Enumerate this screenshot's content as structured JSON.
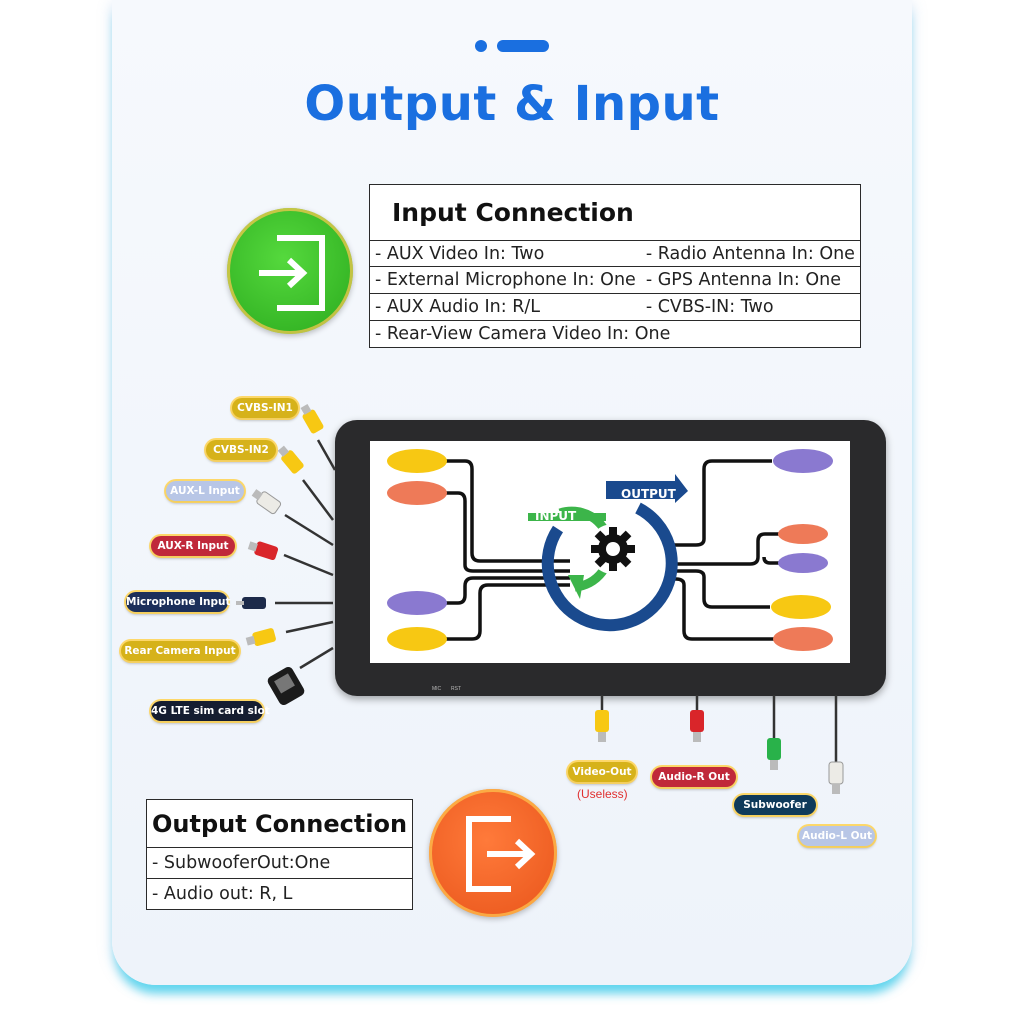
{
  "title": "Output & Input",
  "input_section": {
    "heading": "Input Connection",
    "icon": "enter-arrow-icon",
    "left_items": [
      "- AUX Video In: Two",
      "- External Microphone In: One",
      "- AUX Audio In: R/L",
      "- Rear-View Camera Video In: One"
    ],
    "right_items": [
      "- Radio Antenna In: One",
      "- GPS Antenna In: One",
      "- CVBS-IN: Two"
    ]
  },
  "output_section": {
    "heading": "Output Connection",
    "icon": "exit-arrow-icon",
    "items": [
      "- SubwooferOut:One",
      "- Audio out: R, L"
    ]
  },
  "left_connectors": [
    "CVBS-IN1",
    "CVBS-IN2",
    "AUX-L Input",
    "AUX-R Input",
    "Microphone Input",
    "Rear Camera Input",
    "4G LTE sim card slot"
  ],
  "bottom_connectors": [
    "Video-Out",
    "Audio-R Out",
    "Subwoofer",
    "Audio-L Out"
  ],
  "video_out_note": "(Useless)",
  "diagram": {
    "input_label": "INPUT",
    "output_label": "OUTPUT",
    "mic_label": "MIC",
    "rst_label": "RST"
  },
  "colors": {
    "accent": "#1a6fe0",
    "input_circle": "#3cc22c",
    "output_circle": "#f0601e",
    "yellow": "#f7c813",
    "red": "#d9252a",
    "green": "#29b24a",
    "white_plug": "#ecebe6",
    "navy": "#1c3f80"
  }
}
